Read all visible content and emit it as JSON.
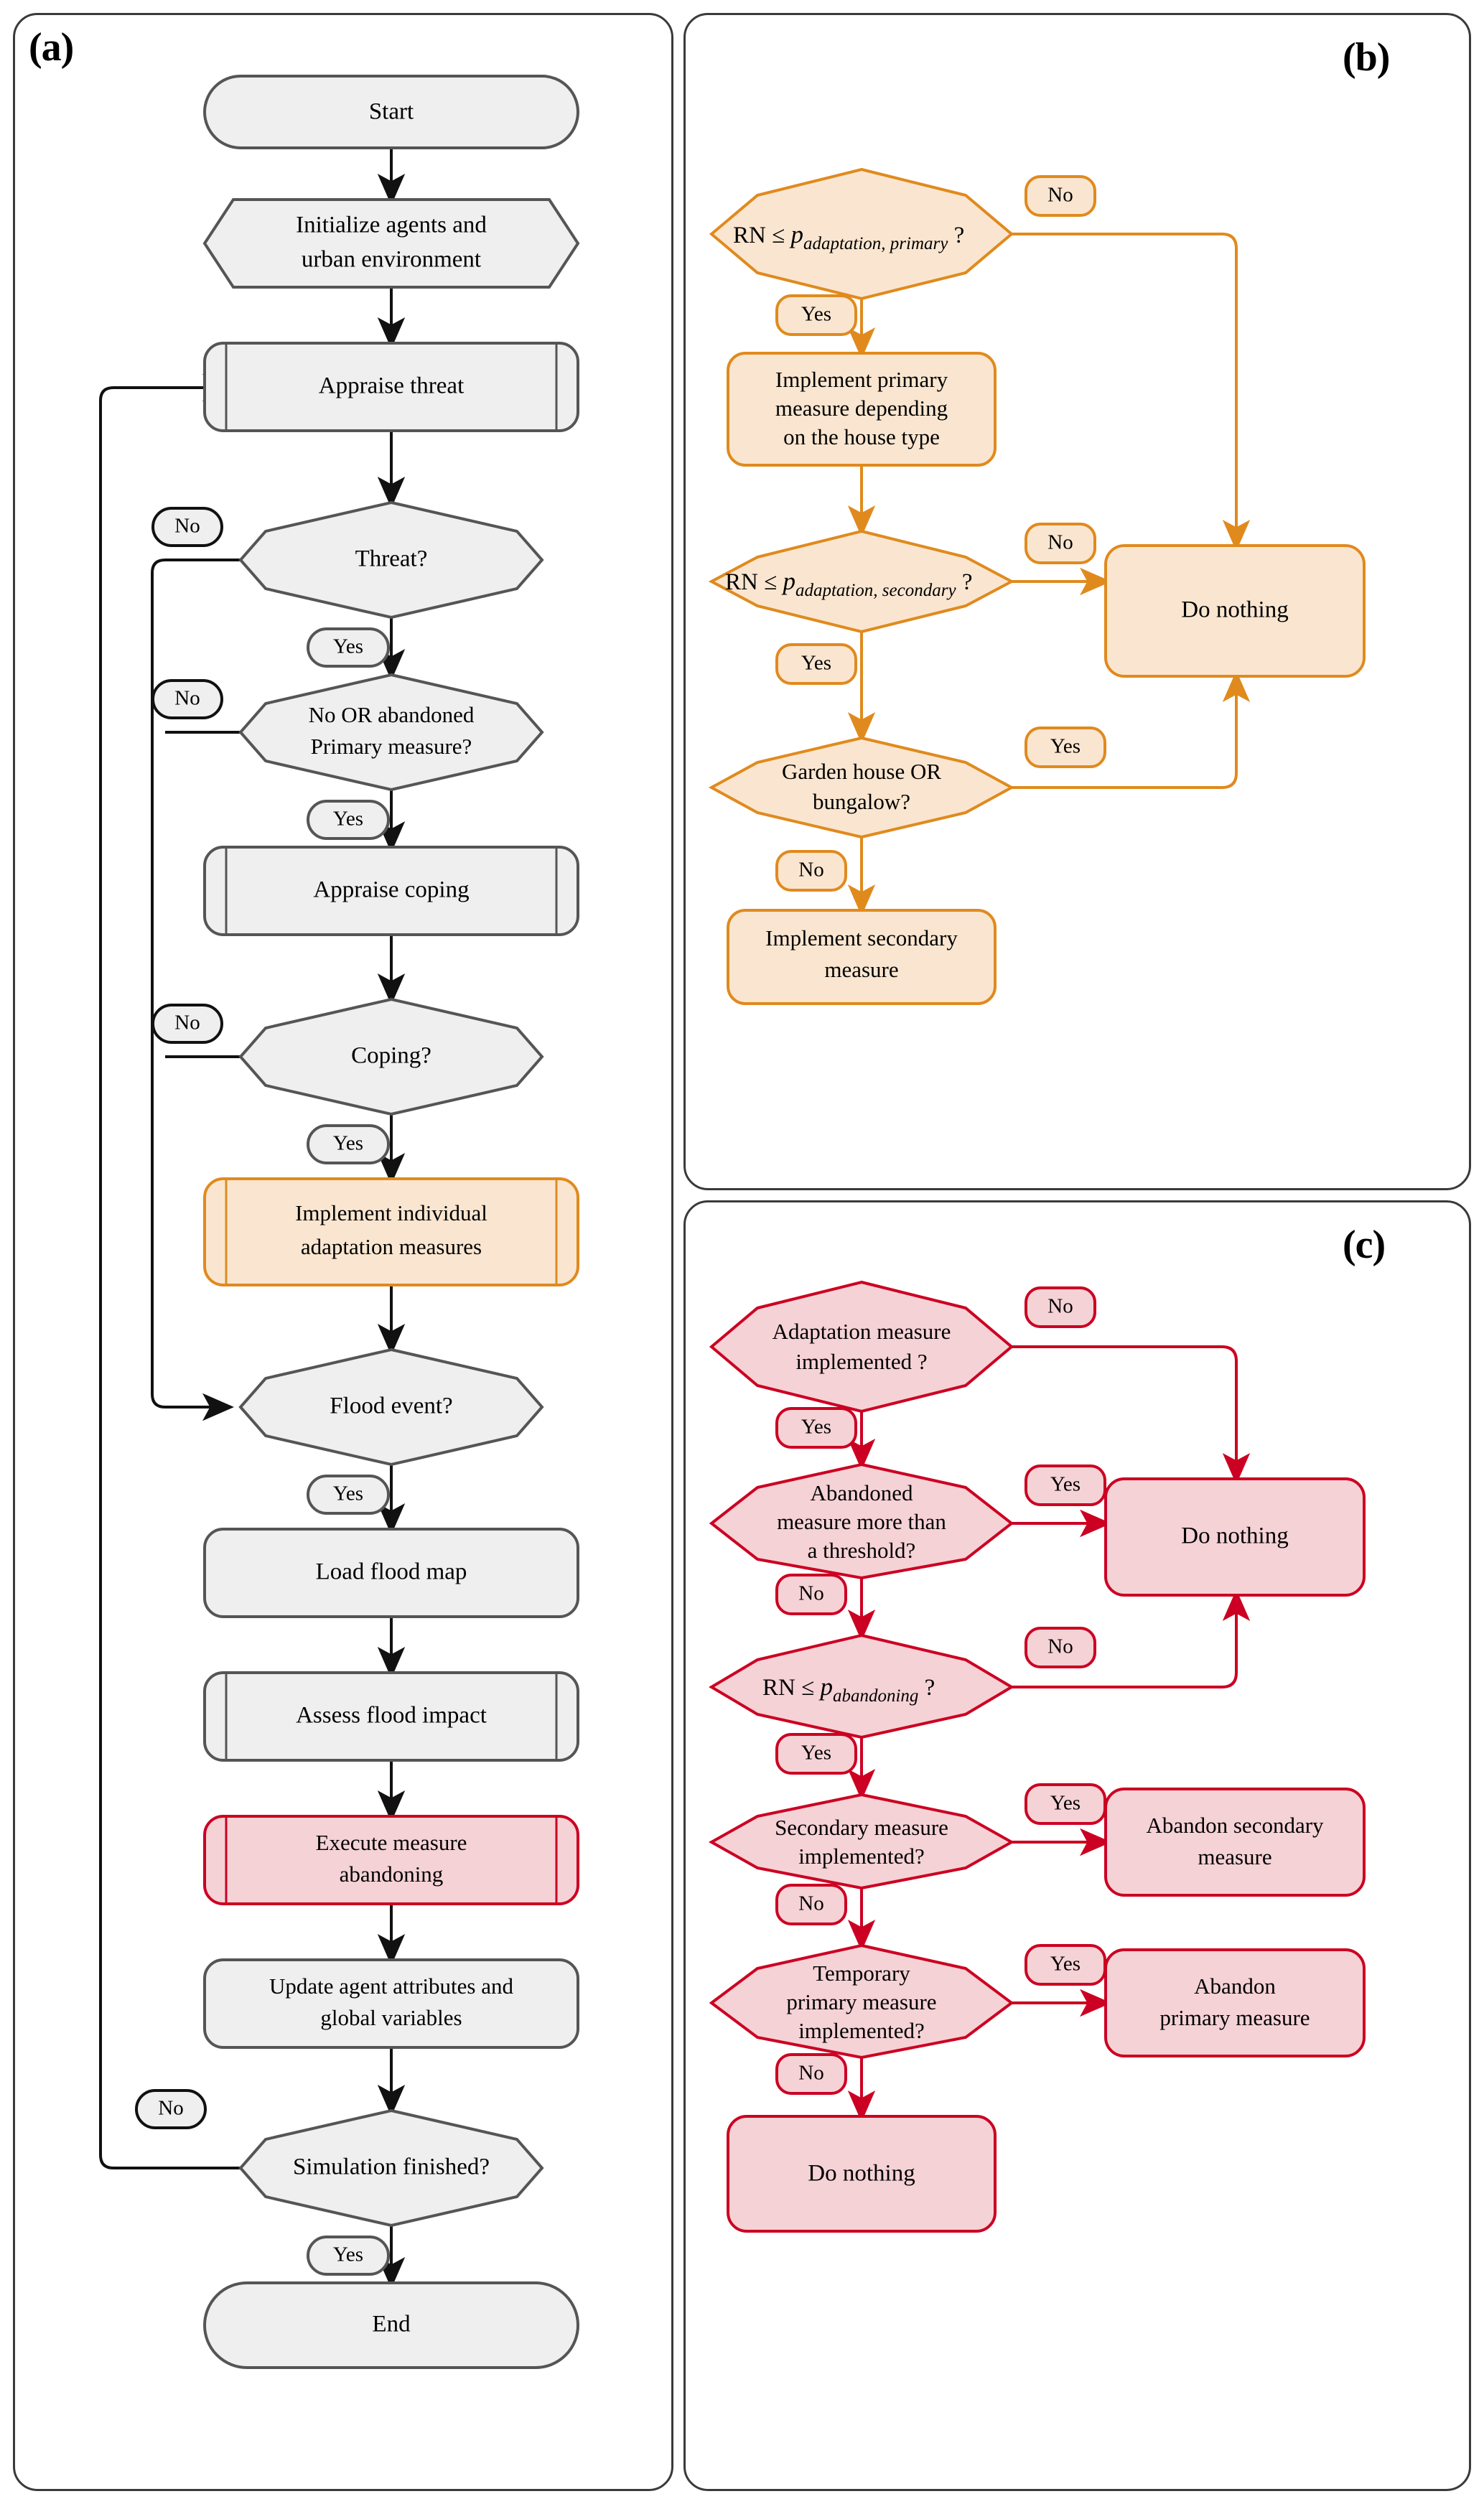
{
  "figure": {
    "type": "flowchart",
    "panels": [
      {
        "id": "a",
        "label": "(a)",
        "title": "Main simulation loop"
      },
      {
        "id": "b",
        "label": "(b)",
        "title": "Implement individual adaptation measures"
      },
      {
        "id": "c",
        "label": "(c)",
        "title": "Execute measure abandoning"
      }
    ]
  },
  "colors": {
    "grey_stroke": "#555555",
    "grey_fill": "#efefef",
    "orange_stroke": "#E08A1E",
    "orange_fill": "#FAE6D0",
    "red_stroke": "#CC0022",
    "red_fill": "#F5D2D6",
    "panel_border": "#3a3a3a",
    "background": "#ffffff"
  },
  "panel_a": {
    "label": "(a)",
    "nodes": [
      {
        "id": "a1",
        "shape": "terminator",
        "text": "Start",
        "style": "grey"
      },
      {
        "id": "a2",
        "shape": "hexagon",
        "text": "Initialize agents and urban environment",
        "line1": "Initialize agents and",
        "line2": "urban environment",
        "style": "grey"
      },
      {
        "id": "a3",
        "shape": "predefined",
        "text": "Appraise threat",
        "style": "grey"
      },
      {
        "id": "a4",
        "shape": "decision",
        "text": "Threat?",
        "style": "grey"
      },
      {
        "id": "a5",
        "shape": "decision",
        "text": "No OR abandoned Primary measure?",
        "line1": "No OR abandoned",
        "line2": "Primary measure?",
        "style": "grey"
      },
      {
        "id": "a6",
        "shape": "predefined",
        "text": "Appraise coping",
        "style": "grey"
      },
      {
        "id": "a7",
        "shape": "decision",
        "text": "Coping?",
        "style": "grey"
      },
      {
        "id": "a8",
        "shape": "predefined",
        "text": "Implement individual adaptation measures",
        "line1": "Implement individual",
        "line2": "adaptation measures",
        "style": "orange"
      },
      {
        "id": "a9",
        "shape": "decision",
        "text": "Flood event?",
        "style": "grey"
      },
      {
        "id": "a10",
        "shape": "process",
        "text": "Load flood map",
        "style": "grey"
      },
      {
        "id": "a11",
        "shape": "predefined",
        "text": "Assess flood impact",
        "style": "grey"
      },
      {
        "id": "a12",
        "shape": "predefined",
        "text": "Execute measure abandoning",
        "line1": "Execute measure",
        "line2": "abandoning",
        "style": "red"
      },
      {
        "id": "a13",
        "shape": "process",
        "text": "Update agent attributes and global variables",
        "line1": "Update agent attributes and",
        "line2": "global variables",
        "style": "grey"
      },
      {
        "id": "a14",
        "shape": "decision",
        "text": "Simulation finished?",
        "style": "grey"
      },
      {
        "id": "a15",
        "shape": "terminator",
        "text": "End",
        "style": "grey"
      }
    ],
    "edge_labels": [
      {
        "id": "ea4no",
        "text": "No"
      },
      {
        "id": "ea4yes",
        "text": "Yes"
      },
      {
        "id": "ea5no",
        "text": "No"
      },
      {
        "id": "ea5yes",
        "text": "Yes"
      },
      {
        "id": "ea7no",
        "text": "No"
      },
      {
        "id": "ea7yes",
        "text": "Yes"
      },
      {
        "id": "ea9yes",
        "text": "Yes"
      },
      {
        "id": "ea14no",
        "text": "No"
      },
      {
        "id": "ea14yes",
        "text": "Yes"
      }
    ]
  },
  "panel_b": {
    "label": "(b)",
    "nodes": [
      {
        "id": "b1",
        "shape": "decision",
        "style": "orange",
        "math": true,
        "prefix": "RN ≤ ",
        "var": "p",
        "sub": "adaptation, primary",
        "suffix": " ?",
        "text": "RN ≤ p_adaptation, primary ?"
      },
      {
        "id": "b2",
        "shape": "process",
        "style": "orange",
        "text": "Implement primary measure depending on the house type",
        "line1": "Implement primary",
        "line2": "measure depending",
        "line3": "on the house type"
      },
      {
        "id": "b3",
        "shape": "decision",
        "style": "orange",
        "math": true,
        "prefix": "RN ≤ ",
        "var": "p",
        "sub": "adaptation, secondary",
        "suffix": " ?",
        "text": "RN ≤ p_adaptation, secondary ?"
      },
      {
        "id": "b4",
        "shape": "process",
        "style": "orange",
        "text": "Do nothing"
      },
      {
        "id": "b5",
        "shape": "decision",
        "style": "orange",
        "text": "Garden house OR bungalow?",
        "line1": "Garden house OR",
        "line2": "bungalow?"
      },
      {
        "id": "b6",
        "shape": "process",
        "style": "orange",
        "text": "Implement secondary measure",
        "line1": "Implement secondary",
        "line2": "measure"
      }
    ],
    "edge_labels": [
      {
        "id": "eb1no",
        "text": "No"
      },
      {
        "id": "eb1yes",
        "text": "Yes"
      },
      {
        "id": "eb3no",
        "text": "No"
      },
      {
        "id": "eb3yes",
        "text": "Yes"
      },
      {
        "id": "eb5yes",
        "text": "Yes"
      },
      {
        "id": "eb5no",
        "text": "No"
      }
    ]
  },
  "panel_c": {
    "label": "(c)",
    "nodes": [
      {
        "id": "c1",
        "shape": "decision",
        "style": "red",
        "text": "Adaptation measure implemented ?",
        "line1": "Adaptation measure",
        "line2": "implemented ?"
      },
      {
        "id": "c2",
        "shape": "decision",
        "style": "red",
        "text": "Abandoned measure more than a threshold?",
        "line1": "Abandoned",
        "line2": "measure more than",
        "line3": "a threshold?"
      },
      {
        "id": "c3",
        "shape": "process",
        "style": "red",
        "text": "Do nothing"
      },
      {
        "id": "c4",
        "shape": "decision",
        "style": "red",
        "math": true,
        "prefix": "RN ≤ ",
        "var": "p",
        "sub": "abandoning",
        "suffix": " ?",
        "text": "RN ≤ p_abandoning ?"
      },
      {
        "id": "c5",
        "shape": "decision",
        "style": "red",
        "text": "Secondary measure implemented?",
        "line1": "Secondary measure",
        "line2": "implemented?"
      },
      {
        "id": "c6",
        "shape": "process",
        "style": "red",
        "text": "Abandon secondary measure",
        "line1": "Abandon secondary",
        "line2": "measure"
      },
      {
        "id": "c7",
        "shape": "decision",
        "style": "red",
        "text": "Temporary primary measure implemented?",
        "line1": "Temporary",
        "line2": "primary measure",
        "line3": "implemented?"
      },
      {
        "id": "c8",
        "shape": "process",
        "style": "red",
        "text": "Abandon primary measure",
        "line1": "Abandon",
        "line2": "primary measure"
      },
      {
        "id": "c9",
        "shape": "process",
        "style": "red",
        "text": "Do nothing"
      }
    ],
    "edge_labels": [
      {
        "id": "ec1no",
        "text": "No"
      },
      {
        "id": "ec1yes",
        "text": "Yes"
      },
      {
        "id": "ec2yes",
        "text": "Yes"
      },
      {
        "id": "ec2no",
        "text": "No"
      },
      {
        "id": "ec4no",
        "text": "No"
      },
      {
        "id": "ec4yes",
        "text": "Yes"
      },
      {
        "id": "ec5yes",
        "text": "Yes"
      },
      {
        "id": "ec5no",
        "text": "No"
      },
      {
        "id": "ec7yes",
        "text": "Yes"
      },
      {
        "id": "ec7no",
        "text": "No"
      }
    ]
  }
}
